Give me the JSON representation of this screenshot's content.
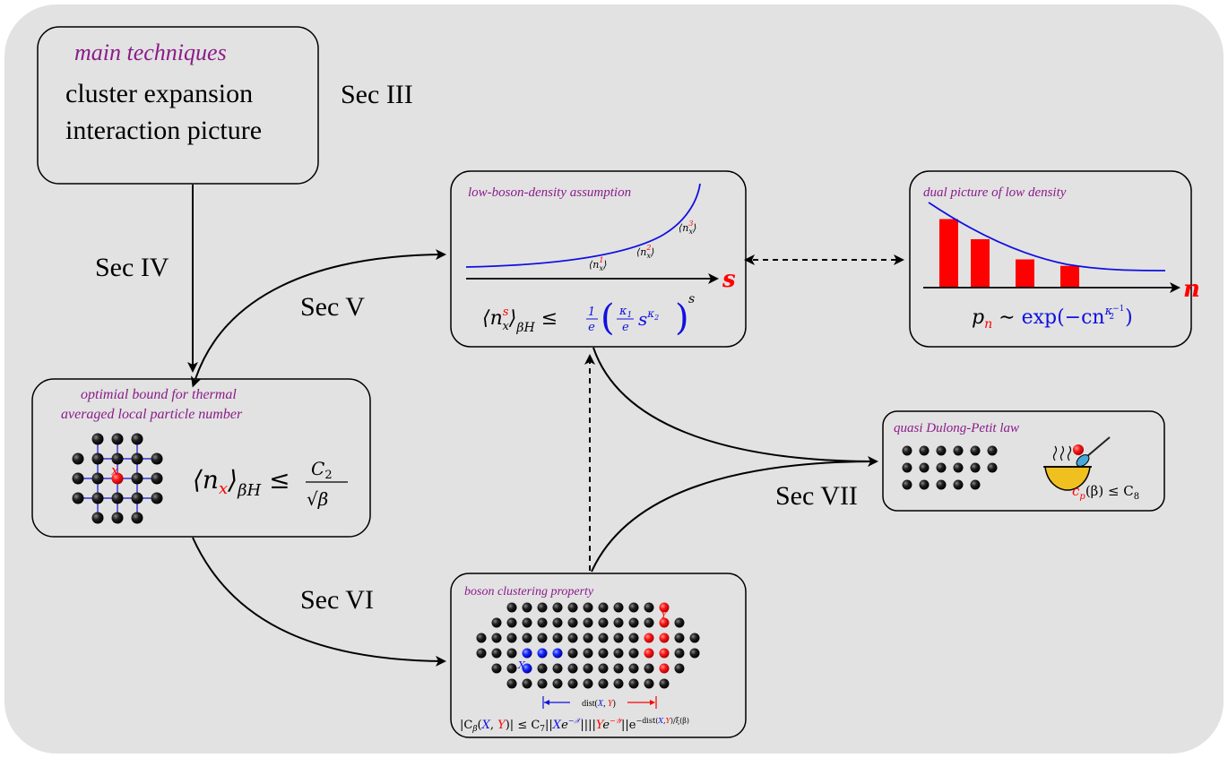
{
  "colors": {
    "background": "#e2e2e2",
    "box_fill": "#e2e2e2",
    "stroke": "#000000",
    "title_purple": "#8a1c8a",
    "blue": "#1010e0",
    "red": "#ff0000",
    "atom": "#1a1a1a"
  },
  "main_box": {
    "title": "main techniques",
    "line1": "cluster expansion",
    "line2": "interaction picture",
    "section": "Sec III"
  },
  "arrows": {
    "sec4": "Sec IV",
    "sec5": "Sec V",
    "sec6": "Sec VI",
    "sec7": "Sec VII"
  },
  "optimal_box": {
    "title_line1": "optimial bound for thermal",
    "title_line2": "averaged local particle number",
    "site_label": "x",
    "formula_lhs": "⟨n",
    "formula_sub": "x",
    "formula_mid": "⟩",
    "formula_beta": "βH",
    "formula_leq": "≤",
    "formula_num": "C",
    "formula_num_sub": "2",
    "formula_den": "√β"
  },
  "density_box": {
    "title": "low-boson-density assumption",
    "axis_label": "s",
    "moment1": "⟨n",
    "moment1_sup": "1",
    "moment2_sup": "2",
    "moment3_sup": "3",
    "moment_sub": "x",
    "moment_close": "⟩",
    "formula": "⟨n",
    "formula_sup": "s",
    "formula_sub": "x",
    "formula_close": "⟩",
    "formula_beta": "βH",
    "formula_leq": "≤",
    "formula_frac_num": "1",
    "formula_frac_den": "e",
    "formula_kappa_num": "κ",
    "formula_kappa_num_sub": "1",
    "formula_kappa_den": "e",
    "formula_s": "s",
    "formula_kappa2": "κ",
    "formula_kappa2_sub": "2",
    "formula_outer_sup": "s"
  },
  "dual_box": {
    "title": "dual picture of low density",
    "axis_label": "n",
    "formula_p": "p",
    "formula_p_sub": "n",
    "formula_sim": "∼",
    "formula_exp": "exp(−cn",
    "formula_exp_sup": "κ",
    "formula_exp_sup_sub": "2",
    "formula_exp_sup_pow": "−1",
    "formula_close": ")"
  },
  "dual_chart": {
    "type": "bar",
    "values": [
      0.85,
      0.6,
      0.35,
      0.27
    ]
  },
  "dulong_box": {
    "title": "quasi Dulong-Petit law",
    "formula_c": "c",
    "formula_c_sub": "p",
    "formula_rest": "(β) ≤ C",
    "formula_rest_sub": "8"
  },
  "cluster_box": {
    "title": "boson clustering property",
    "label_x": "X",
    "label_y": "Y",
    "dist_label": "dist(X, Y)",
    "formula": "|C_β(X,Y)| ≤ C_7||Xe^{−𝒳}||||Ye^{−𝒴}||e^{−dist(X,Y)/ξ(β)}",
    "f_open": "|C",
    "f_beta": "β",
    "f_paren_open": "(",
    "f_X": "X",
    "f_comma": ", ",
    "f_Y": "Y",
    "f_paren_close": ")| ≤ C",
    "f_seven": "7",
    "f_norm1": "||",
    "f_e1": "e",
    "f_sup1": "−𝒳",
    "f_norm2": "||||",
    "f_e2": "e",
    "f_sup2": "−𝒴",
    "f_norm3": "||e",
    "f_sup3a": "−dist(",
    "f_sup3b": "X",
    "f_sup3c": ",",
    "f_sup3d": "Y",
    "f_sup3e": ")/ξ(β)"
  }
}
